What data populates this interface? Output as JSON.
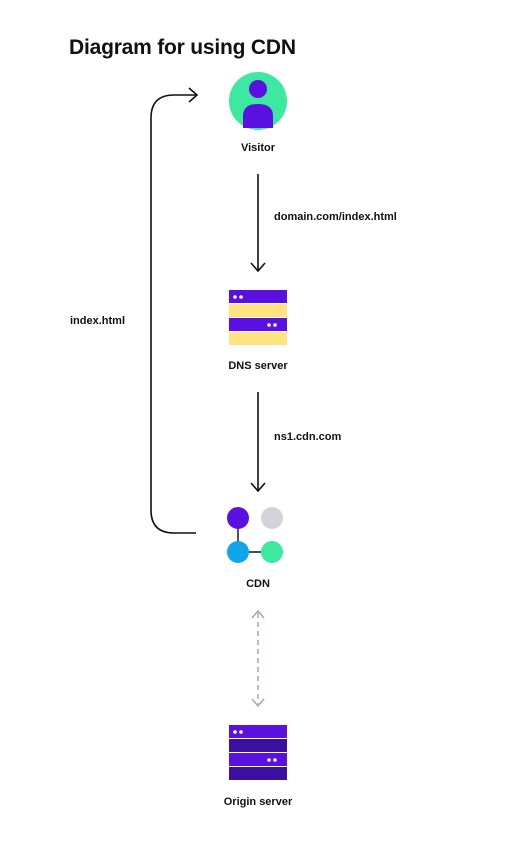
{
  "title": "Diagram for using CDN",
  "nodes": {
    "visitor": "Visitor",
    "dns_server": "DNS server",
    "cdn": "CDN",
    "origin_server": "Origin server"
  },
  "edges": {
    "visitor_to_dns": "domain.com/index.html",
    "dns_to_cdn": "ns1.cdn.com",
    "cdn_to_visitor": "index.html"
  },
  "colors": {
    "purple": "#5b10e2",
    "green": "#3de8a0",
    "yellow": "#fde47f",
    "blue": "#0ea5e9",
    "gray": "#d4d4d8",
    "dark_purple": "#3b0fa0"
  }
}
